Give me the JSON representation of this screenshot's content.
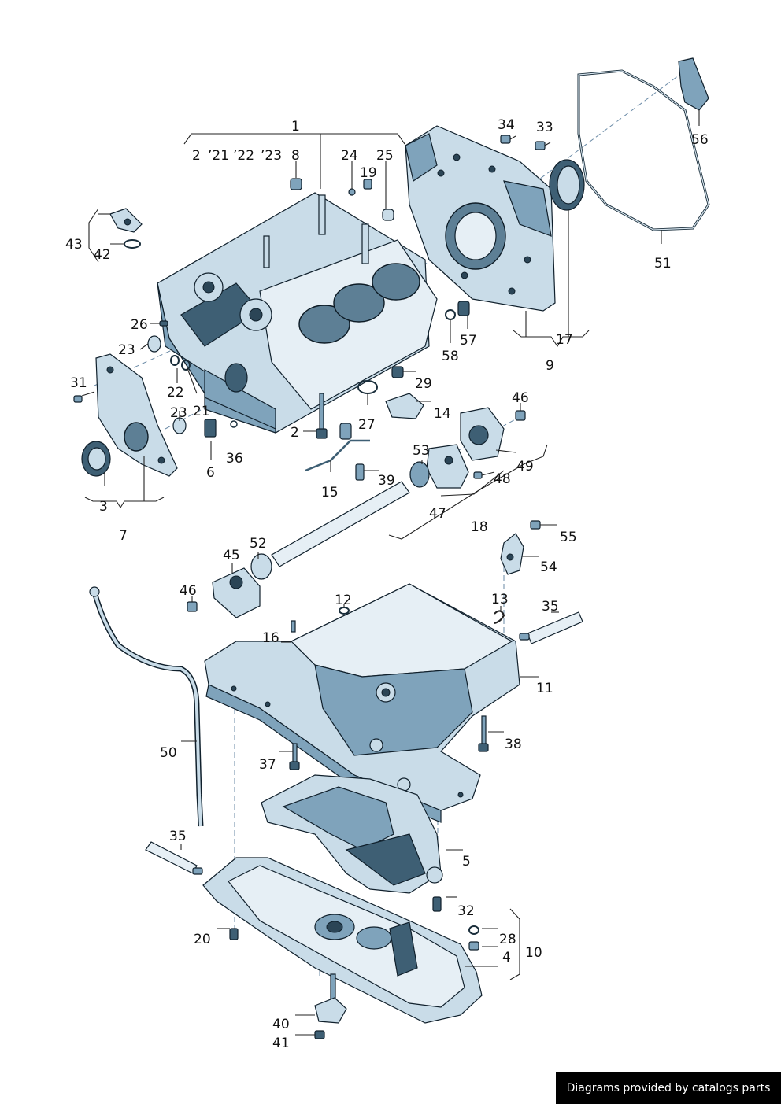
{
  "credit": "Diagrams provided by catalogs parts",
  "labels": {
    "l1": "1",
    "l2a": "2",
    "l21a": "’21",
    "l22a": "’22",
    "l23a": "’23",
    "l8": "8",
    "l24": "24",
    "l19": "19",
    "l25": "25",
    "l34": "34",
    "l33": "33",
    "l56": "56",
    "l51": "51",
    "l43": "43",
    "l42": "42",
    "l26": "26",
    "l23b": "23",
    "l22b": "22",
    "l23c": "23",
    "l21b": "21",
    "l31": "31",
    "l57": "57",
    "l58": "58",
    "l17": "17",
    "l9": "9",
    "l29": "29",
    "l27": "27",
    "l14": "14",
    "l46a": "46",
    "l2b": "2",
    "l6": "6",
    "l36": "36",
    "l3": "3",
    "l7": "7",
    "l15": "15",
    "l39": "39",
    "l53": "53",
    "l49": "49",
    "l48": "48",
    "l47": "47",
    "l18": "18",
    "l55": "55",
    "l54": "54",
    "l52": "52",
    "l45": "45",
    "l46b": "46",
    "l12": "12",
    "l13": "13",
    "l35a": "35",
    "l16": "16",
    "l11": "11",
    "l38": "38",
    "l37": "37",
    "l50": "50",
    "l35b": "35",
    "l5": "5",
    "l32": "32",
    "l28": "28",
    "l4": "4",
    "l10": "10",
    "l20": "20",
    "l40": "40",
    "l41": "41"
  },
  "colors": {
    "metal_dark": "#3e5f74",
    "metal_mid": "#7fa3bb",
    "metal_light": "#c9dce8",
    "background": "#ffffff",
    "credit_bg": "#000000"
  }
}
